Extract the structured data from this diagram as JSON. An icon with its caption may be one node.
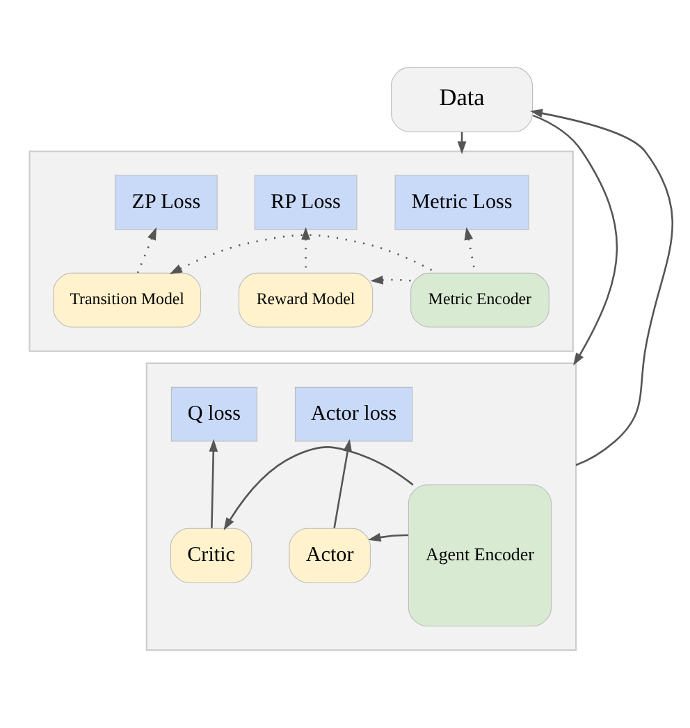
{
  "diagram": {
    "nodes": [
      {
        "text": [
          "Data"
        ]
      },
      {
        "text": [],
        "shape": "box"
      },
      {
        "text": [
          "ZP Loss"
        ],
        "in": 1
      },
      {
        "text": [
          "Metric Loss"
        ],
        "in": 1
      },
      {
        "text": [
          "RP Loss"
        ],
        "in": 1
      },
      {
        "text": [
          "Transition Model"
        ],
        "in": 1
      },
      {
        "text": [
          "Metric Encoder"
        ],
        "in": 1
      },
      {
        "text": [
          "Reward Model"
        ],
        "in": 1
      },
      {
        "text": [],
        "shape": "box"
      },
      {
        "text": [
          "Q loss"
        ],
        "in": 8
      },
      {
        "text": [
          "Agent Encoder"
        ],
        "in": 8
      },
      {
        "text": [
          "Actor loss"
        ],
        "in": 8
      },
      {
        "text": [
          "Critic"
        ],
        "in": 8
      },
      {
        "text": [
          "Actor"
        ],
        "in": 8
      }
    ],
    "edges": [
      {
        "from": 0,
        "to": 1,
        "arrow": "to"
      },
      {
        "from": 5,
        "to": 2,
        "arrow": "to",
        "style": "dashed"
      },
      {
        "from": 6,
        "to": 3,
        "arrow": "to",
        "style": "dashed"
      },
      {
        "from": 7,
        "to": 4,
        "arrow": "to",
        "style": "dashed"
      },
      {
        "from": 6,
        "to": 5,
        "arrow": "to",
        "style": "dashed"
      },
      {
        "from": 6,
        "to": 7,
        "arrow": "to",
        "style": "dashed"
      },
      {
        "from": 0,
        "to": 8,
        "arrow": "to"
      },
      {
        "from": 8,
        "to": 0,
        "arrow": "to"
      },
      {
        "from": 12,
        "to": 9,
        "arrow": "to"
      },
      {
        "from": 13,
        "to": 11,
        "arrow": "to"
      },
      {
        "from": 10,
        "to": 12,
        "arrow": "to"
      },
      {
        "from": 10,
        "to": 13,
        "arrow": "to"
      }
    ]
  }
}
